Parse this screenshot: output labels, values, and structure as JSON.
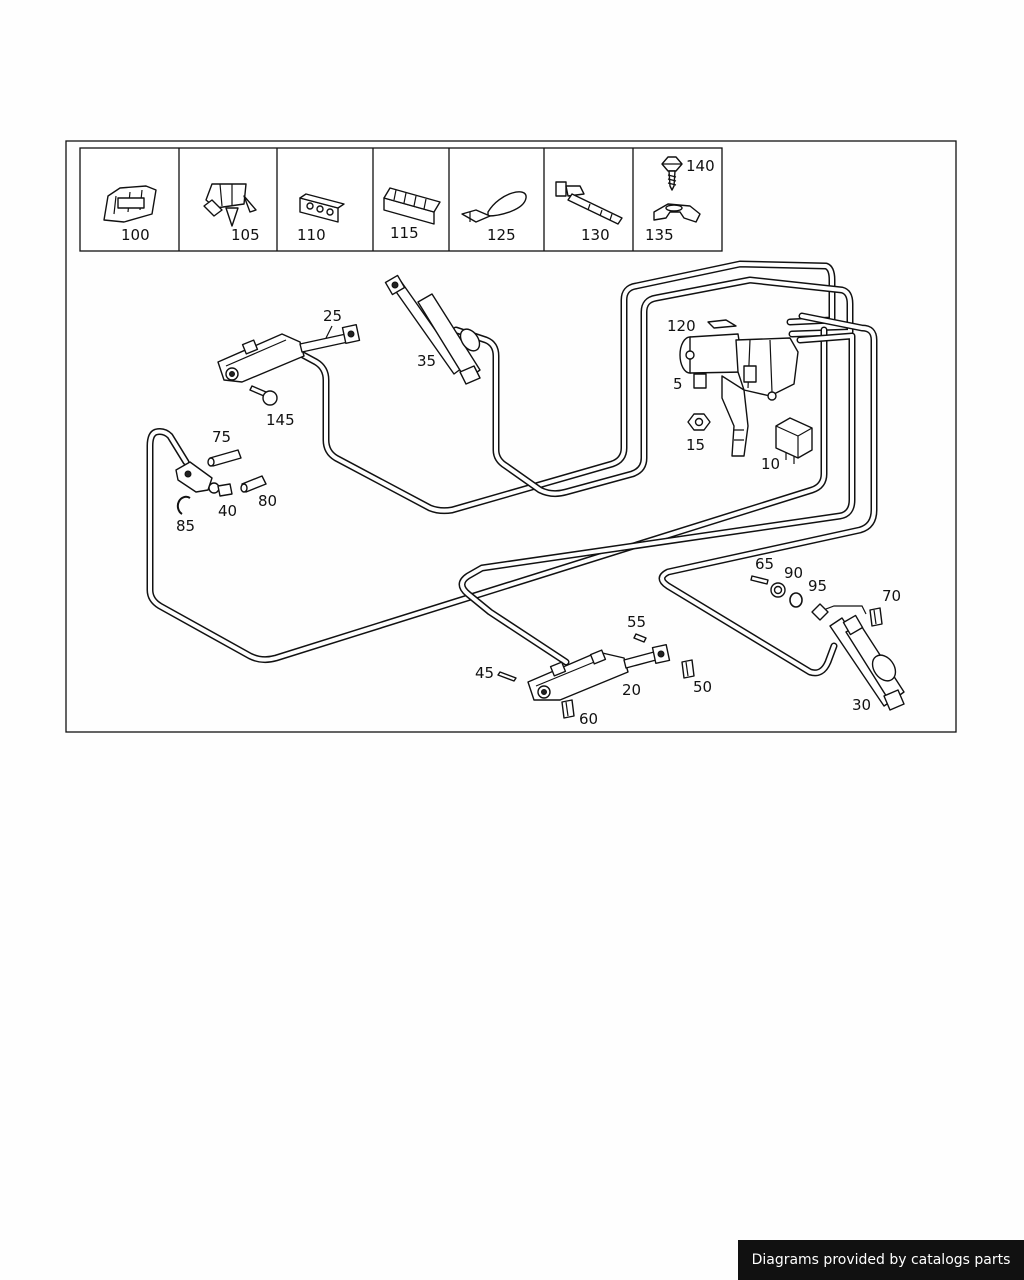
{
  "legend_items": [
    {
      "number": "100"
    },
    {
      "number": "105"
    },
    {
      "number": "110"
    },
    {
      "number": "115"
    },
    {
      "number": "125"
    },
    {
      "number": "130"
    },
    {
      "number": "135"
    },
    {
      "number": "140"
    }
  ],
  "callouts": {
    "c5": "5",
    "c10": "10",
    "c15": "15",
    "c20": "20",
    "c25": "25",
    "c30": "30",
    "c35": "35",
    "c40": "40",
    "c45": "45",
    "c50": "50",
    "c55": "55",
    "c60": "60",
    "c65": "65",
    "c70": "70",
    "c75": "75",
    "c80": "80",
    "c85": "85",
    "c90": "90",
    "c95": "95",
    "c120": "120",
    "c145": "145"
  },
  "watermark": "Diagrams provided by catalogs parts"
}
